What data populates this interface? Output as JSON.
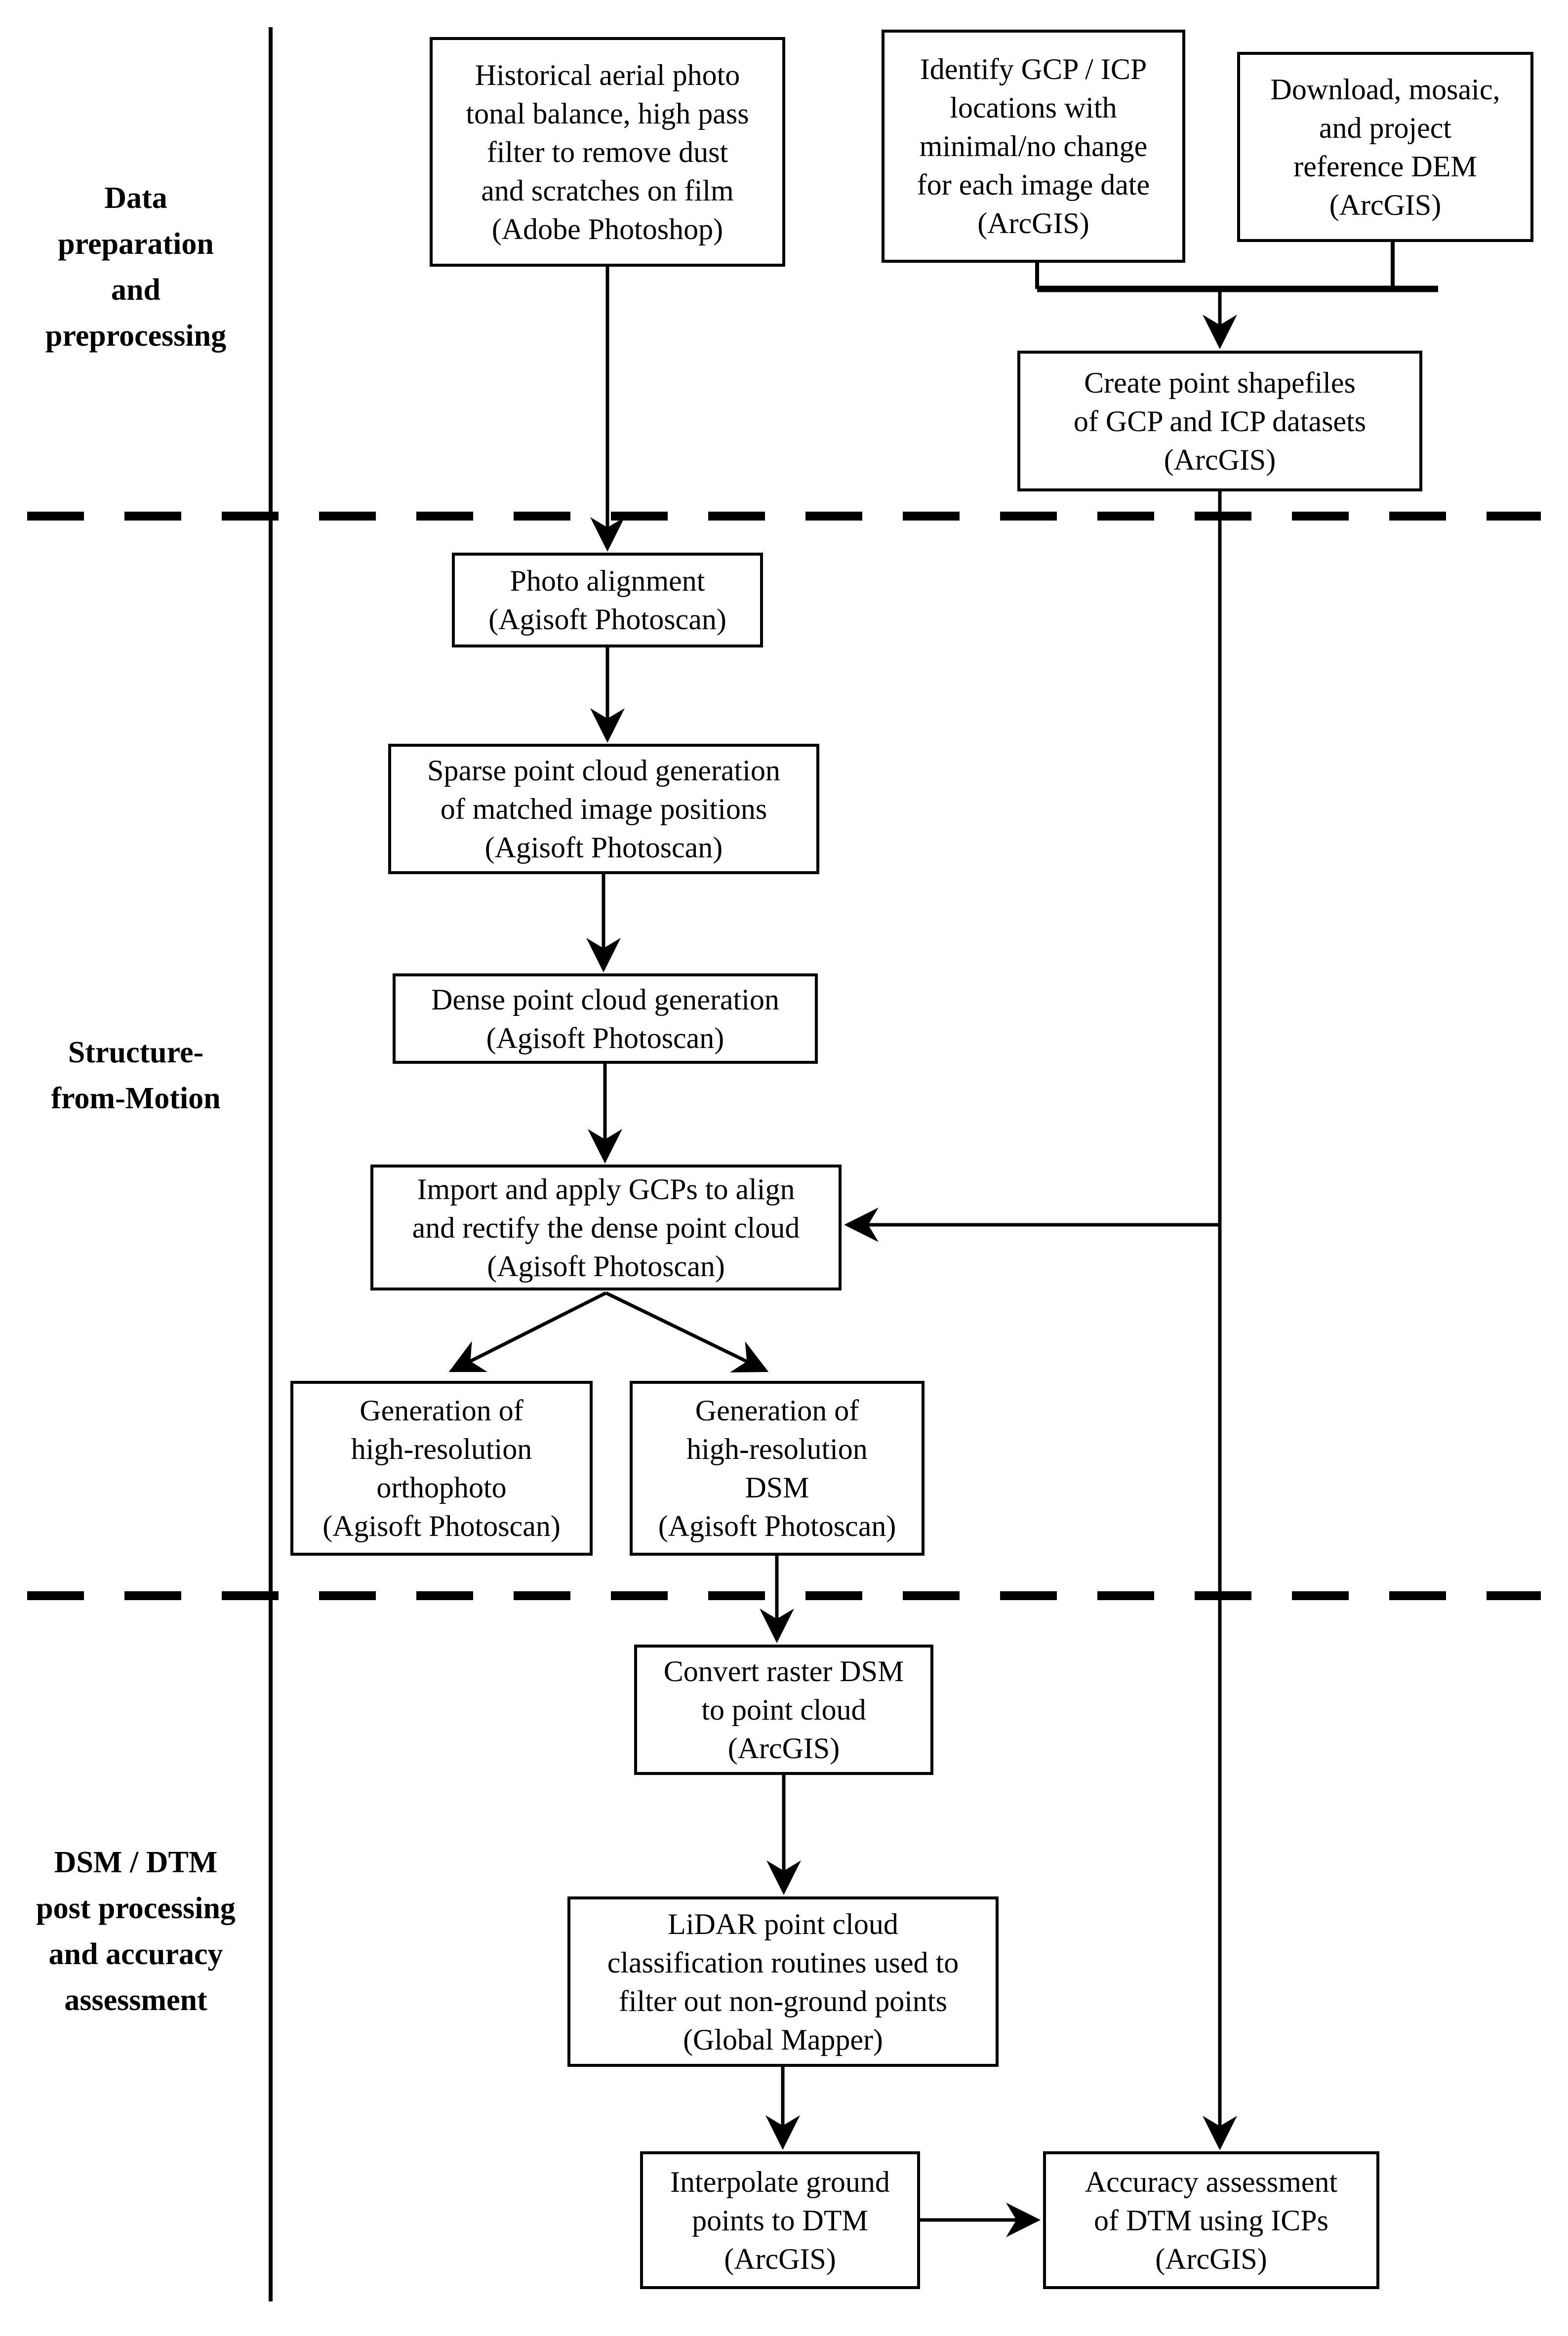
{
  "figure": {
    "background_color": "#ffffff",
    "line_color": "#000000",
    "sections": [
      {
        "label": [
          "Data",
          "preparation",
          "and",
          "preprocessing"
        ]
      },
      {
        "label": [
          "Structure-",
          "from-Motion"
        ]
      },
      {
        "label": [
          "DSM / DTM",
          "post processing",
          "and accuracy",
          "assessment"
        ]
      }
    ],
    "nodes": {
      "historical": {
        "lines": [
          "Historical aerial photo",
          "tonal balance, high pass",
          "filter to remove dust",
          "and scratches on film",
          "(Adobe Photoshop)"
        ]
      },
      "identify": {
        "lines": [
          "Identify GCP / ICP",
          "locations with",
          "minimal/no change",
          "for each image date",
          "(ArcGIS)"
        ]
      },
      "download": {
        "lines": [
          "Download, mosaic,",
          "and project",
          "reference DEM",
          "(ArcGIS)"
        ]
      },
      "create": {
        "lines": [
          "Create point shapefiles",
          "of GCP and ICP datasets",
          "(ArcGIS)"
        ]
      },
      "photo_alignment": {
        "lines": [
          "Photo alignment",
          "(Agisoft Photoscan)"
        ]
      },
      "sparse": {
        "lines": [
          "Sparse point cloud generation",
          "of matched image positions",
          "(Agisoft Photoscan)"
        ]
      },
      "dense": {
        "lines": [
          "Dense point cloud generation",
          "(Agisoft Photoscan)"
        ]
      },
      "import_gcps": {
        "lines": [
          "Import and apply GCPs to align",
          "and rectify the dense point cloud",
          "(Agisoft Photoscan)"
        ]
      },
      "ortho": {
        "lines": [
          "Generation of",
          "high-resolution",
          "orthophoto",
          "(Agisoft Photoscan)"
        ]
      },
      "dsm": {
        "lines": [
          "Generation of",
          "high-resolution",
          "DSM",
          "(Agisoft Photoscan)"
        ]
      },
      "convert": {
        "lines": [
          "Convert raster DSM",
          "to point cloud",
          "(ArcGIS)"
        ]
      },
      "lidar": {
        "lines": [
          "LiDAR point cloud",
          "classification routines used to",
          "filter out non-ground points",
          "(Global Mapper)"
        ]
      },
      "interpolate": {
        "lines": [
          "Interpolate ground",
          "points to DTM",
          "(ArcGIS)"
        ]
      },
      "accuracy": {
        "lines": [
          "Accuracy assessment",
          "of DTM using ICPs",
          "(ArcGIS)"
        ]
      }
    }
  }
}
